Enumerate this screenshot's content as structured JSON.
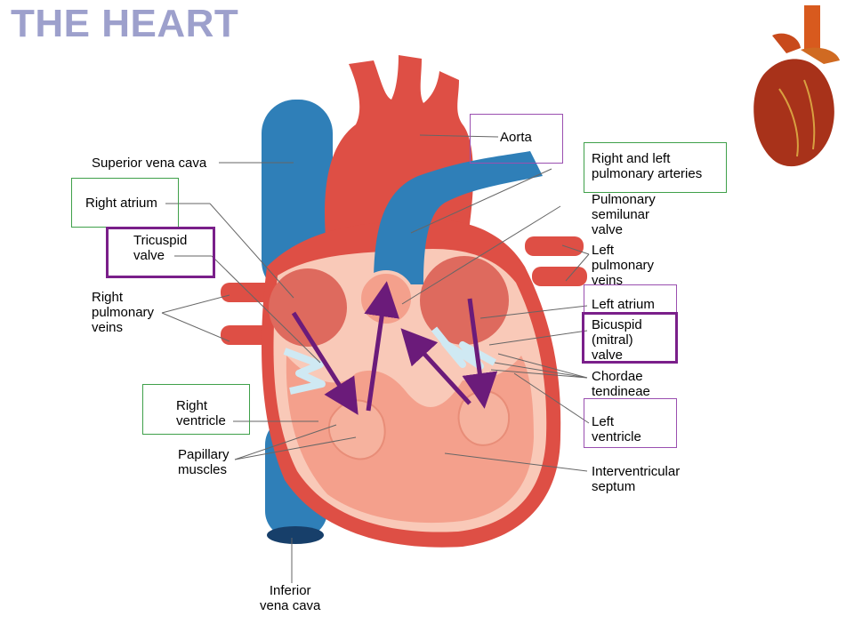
{
  "title": "THE HEART",
  "labels": {
    "superior_vena_cava": "Superior vena cava",
    "right_atrium": "Right atrium",
    "tricuspid_valve": "Tricuspid\nvalve",
    "right_pulmonary_veins": "Right\npulmonary\nveins",
    "right_ventricle": "Right\nventricle",
    "papillary_muscles": "Papillary\nmuscles",
    "inferior_vena_cava": "Inferior\nvena cava",
    "aorta": "Aorta",
    "pulmonary_arteries": "Right and left\npulmonary arteries",
    "pulmonary_semilunar_valve": "Pulmonary\nsemilunar\nvalve",
    "left_pulmonary_veins": "Left\npulmonary\nveins",
    "left_atrium": "Left atrium",
    "bicuspid_valve": "Bicuspid\n(mitral)\nvalve",
    "chordae_tendineae": "Chordae\ntendineae",
    "left_ventricle": "Left\nventricle",
    "interventricular_septum": "Interventricular\nseptum"
  },
  "colors": {
    "title": "#9da0cc",
    "vessel_blue": "#2f7fb8",
    "heart_red": "#de4f45",
    "tissue_pink": "#f4a08c",
    "flow_arrow": "#6b1b7a",
    "box_green": "#3fa04a",
    "box_violet": "#7a1f8a"
  }
}
